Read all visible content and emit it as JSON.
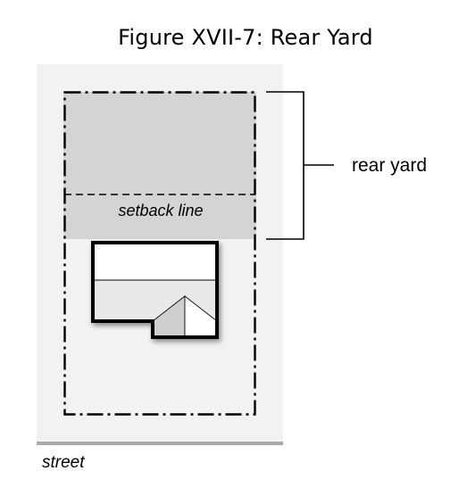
{
  "title": "Figure XVII-7: Rear Yard",
  "labels": {
    "setback_line": "setback line",
    "rear_yard": "rear yard",
    "street": "street"
  },
  "colors": {
    "lot_background": "#f2f2f2",
    "rear_yard_fill": "#d4d4d4",
    "street_line": "#a9a9a9",
    "house_roof_gray": "#cfcfcf",
    "outline": "#000000"
  }
}
